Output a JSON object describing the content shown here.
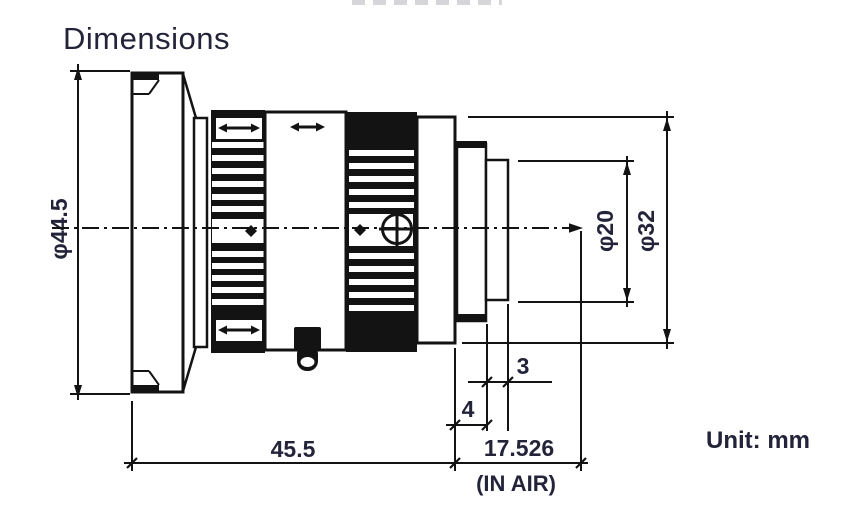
{
  "title": "Dimensions",
  "unit": "Unit: mm",
  "labels": {
    "front_diameter": "φ44.5",
    "rear_barrel_diameter": "φ32",
    "mount_diameter": "φ20",
    "body_length": "45.5",
    "flange_back": "17.526",
    "flange_back_note": "(IN AIR)",
    "step_length": "4",
    "thread_length": "3"
  },
  "colors": {
    "line": "#131313",
    "text": "#23243a",
    "background": "#ffffff"
  }
}
